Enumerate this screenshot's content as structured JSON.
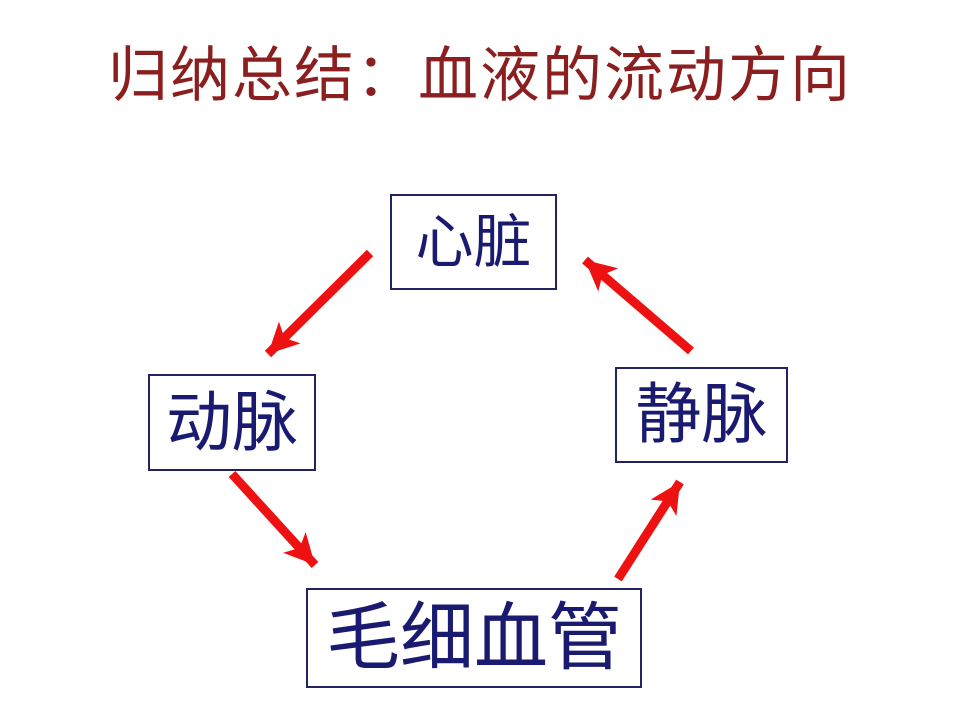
{
  "slide": {
    "title": "归纳总结：血液的流动方向"
  },
  "diagram": {
    "nodes": [
      {
        "id": "heart",
        "label": "心脏"
      },
      {
        "id": "artery",
        "label": "动脉"
      },
      {
        "id": "vein",
        "label": "静脉"
      },
      {
        "id": "capillary",
        "label": "毛细血管"
      }
    ],
    "arrows": [
      {
        "from": "heart",
        "to": "artery"
      },
      {
        "from": "artery",
        "to": "capillary"
      },
      {
        "from": "capillary",
        "to": "vein"
      },
      {
        "from": "vein",
        "to": "heart"
      }
    ]
  },
  "colors": {
    "background": "#ffffff",
    "title": "#8b1e1e",
    "node_text": "#1a1a70",
    "node_border": "#23235f",
    "arrow": "#ee1111"
  }
}
